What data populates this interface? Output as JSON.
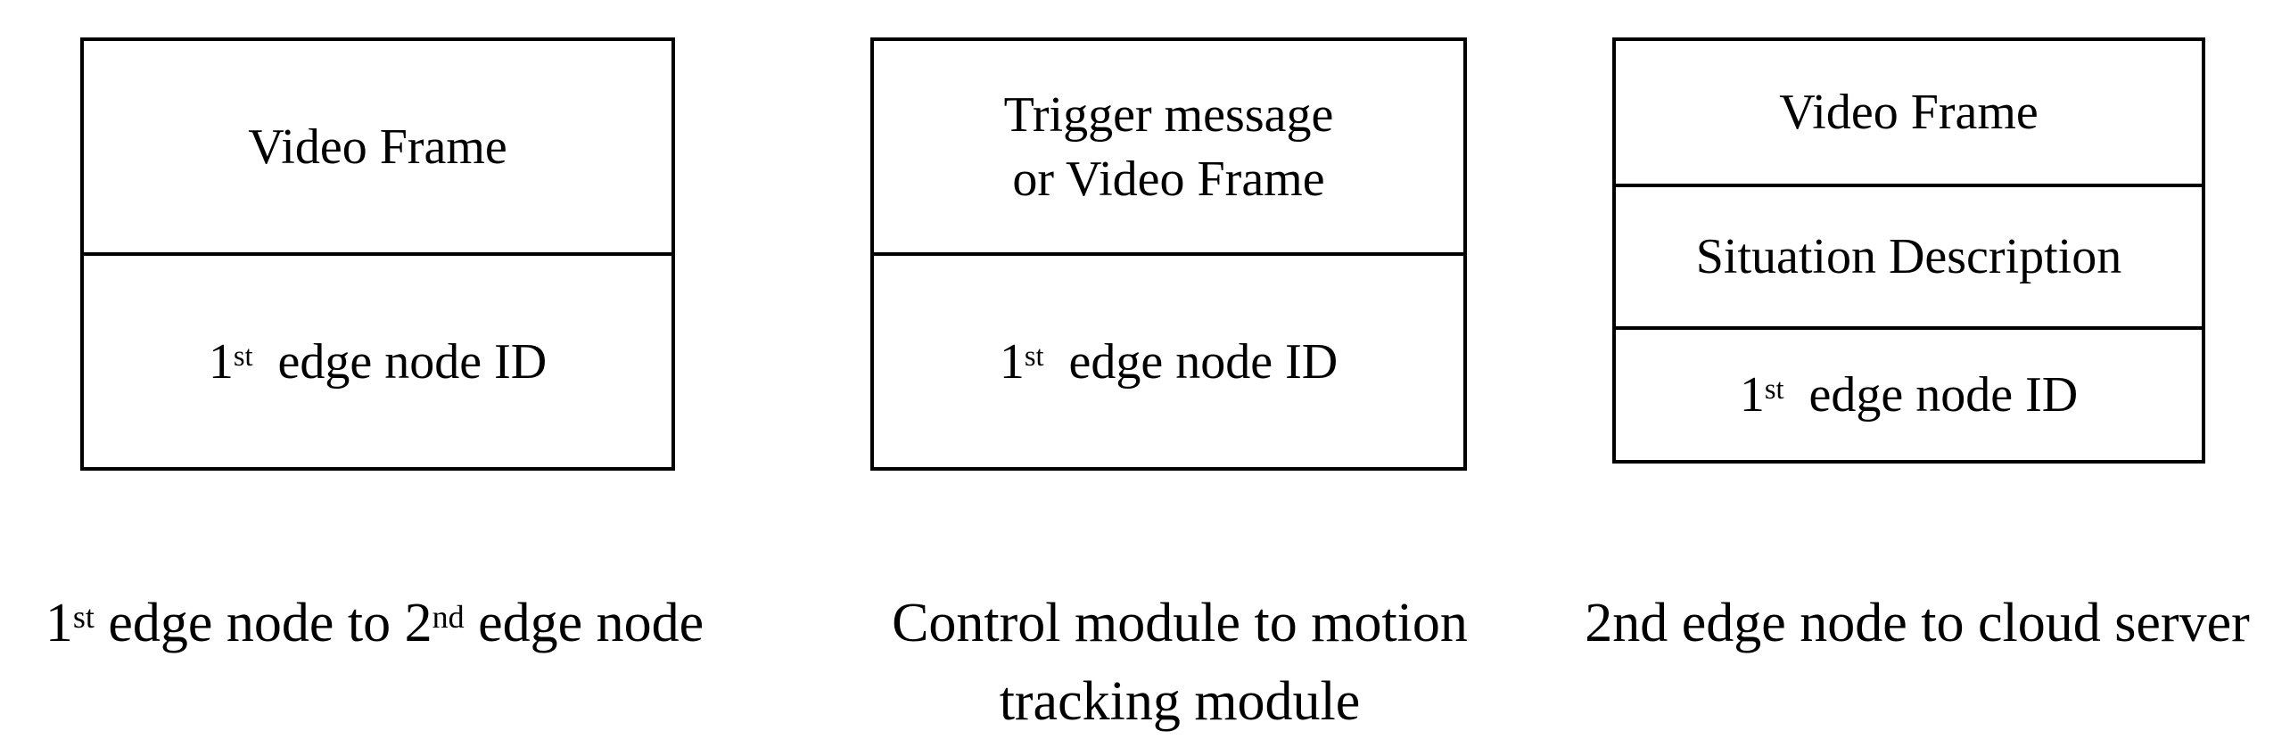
{
  "figure": {
    "background_color": "#ffffff",
    "text_color": "#000000",
    "border_color": "#000000",
    "packets": [
      {
        "id": "first-edge-to-second-edge-packet",
        "rows": [
          {
            "lines": [
              [
                {
                  "t": "Video Frame"
                }
              ]
            ]
          },
          {
            "lines": [
              [
                {
                  "t": "1"
                },
                {
                  "t": "st",
                  "sup": true
                },
                {
                  "t": "  edge node ID"
                }
              ]
            ]
          }
        ],
        "caption": {
          "lines": [
            [
              {
                "t": "1"
              },
              {
                "t": "st",
                "sup": true
              },
              {
                "t": " edge node to 2"
              },
              {
                "t": "nd",
                "sup": true
              },
              {
                "t": " edge node"
              }
            ]
          ]
        }
      },
      {
        "id": "control-module-to-motion-tracking-packet",
        "rows": [
          {
            "lines": [
              [
                {
                  "t": "Trigger message"
                }
              ],
              [
                {
                  "t": "or Video Frame"
                }
              ]
            ]
          },
          {
            "lines": [
              [
                {
                  "t": "1"
                },
                {
                  "t": "st",
                  "sup": true
                },
                {
                  "t": "  edge node ID"
                }
              ]
            ]
          }
        ],
        "caption": {
          "lines": [
            [
              {
                "t": "Control module to motion"
              }
            ],
            [
              {
                "t": "tracking module"
              }
            ]
          ]
        }
      },
      {
        "id": "second-edge-to-cloud-server-packet",
        "rows": [
          {
            "lines": [
              [
                {
                  "t": "Video Frame"
                }
              ]
            ]
          },
          {
            "lines": [
              [
                {
                  "t": "Situation Description"
                }
              ]
            ]
          },
          {
            "lines": [
              [
                {
                  "t": "1"
                },
                {
                  "t": "st",
                  "sup": true
                },
                {
                  "t": "  edge node ID"
                }
              ]
            ]
          }
        ],
        "caption": {
          "lines": [
            [
              {
                "t": "2nd edge node to cloud server"
              }
            ]
          ]
        }
      }
    ]
  }
}
